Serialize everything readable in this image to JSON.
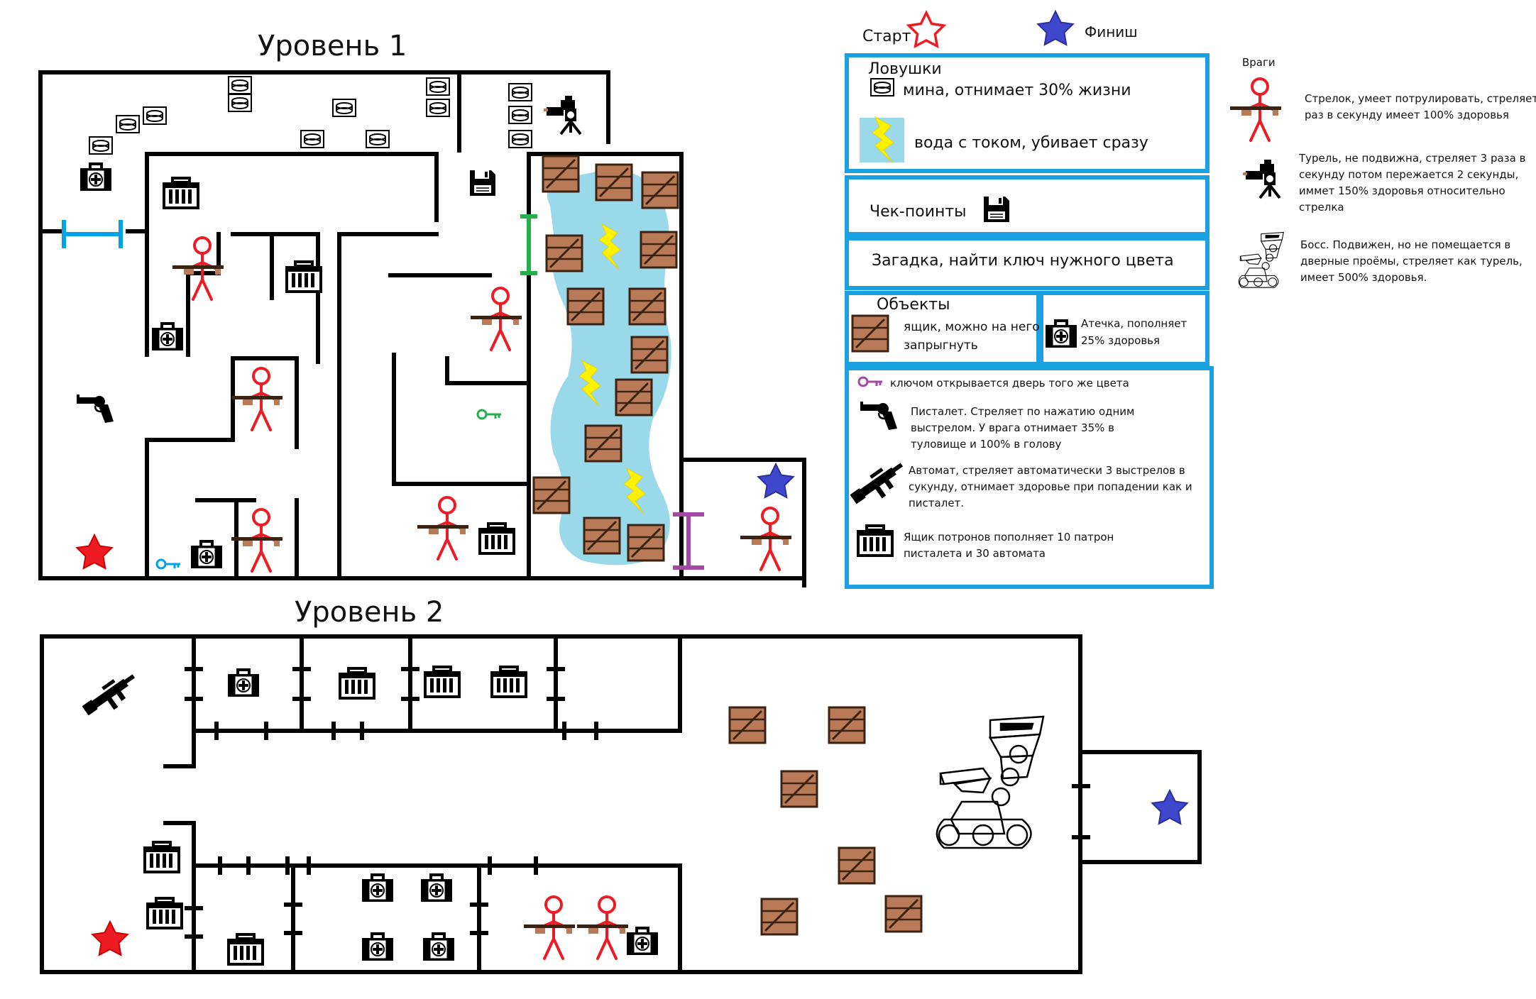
{
  "title_level1": "Уровень 1",
  "title_level2": "Уровень 2",
  "start_label": "Старт",
  "finish_label": "Финиш",
  "legend": {
    "traps_heading": "Ловушки",
    "mine": "мина, отнимает 30% жизни",
    "water": "вода с током, убивает сразу",
    "checkpoints": "Чек-поинты",
    "riddle": "Загадка, найти ключ нужного цвета",
    "objects_heading": "Объекты",
    "crate_l1": "ящик, можно на него",
    "crate_l2": "запрыгнуть",
    "medkit_l1": "Атечка, пополняет",
    "medkit_l2": "25% здоровья",
    "key": "ключом открывается дверь того же цвета",
    "pistol_l1": "Писталет. Стреляет по нажатию одним",
    "pistol_l2": "выстрелом. У врага отнимает 35% в",
    "pistol_l3": "туловище и 100% в голову",
    "rifle_l1": "Автомат, стреляет автоматически 3 выстрелов в",
    "rifle_l2": "сукунду, отнимает здоровье при попадении как и",
    "rifle_l3": "писталет.",
    "ammo_l1": "Ящик потронов пополняет 10 патрон",
    "ammo_l2": "писталета и 30 автомата"
  },
  "enemies": {
    "heading": "Враги",
    "shooter_l1": "Стрелок, умеет потрулировать, стреляет",
    "shooter_l2": "раз в секунду имеет 100% здоровья",
    "turret_l1": "Турель, не подвижна, стреляет 3 раза в",
    "turret_l2": "секунду потом пережается 2 секунды,",
    "turret_l3": "иммет 150% здоровья относительно",
    "turret_l4": "стрелка",
    "boss_l1": "Босс. Подвижен, но не помещается в",
    "boss_l2": "дверные проёмы, стреляет как турель,",
    "boss_l3": "имеет 500% здоровья."
  },
  "colors": {
    "wall": "#000000",
    "legend_border": "#1ba1e2",
    "water": "#99d9ea",
    "crate": "#b97a57",
    "enemy": "#ed1c24",
    "start_star": "#ed1c24",
    "finish_star": "#3f48cc",
    "bolt": "#fff200",
    "door_blue": "#00a2e8",
    "door_green": "#22b14c",
    "door_purple": "#a349a4",
    "key_purple": "#a349a4",
    "key_green": "#22b14c",
    "key_blue": "#00a2e8"
  },
  "icons": [
    "mine-icon",
    "medkit-icon",
    "ammo-box-icon",
    "crate-icon",
    "floppy-disk-icon",
    "key-icon",
    "pistol-icon",
    "rifle-icon",
    "turret-icon",
    "boss-robot-icon",
    "stick-enemy-icon",
    "lightning-bolt-icon",
    "star-icon"
  ]
}
